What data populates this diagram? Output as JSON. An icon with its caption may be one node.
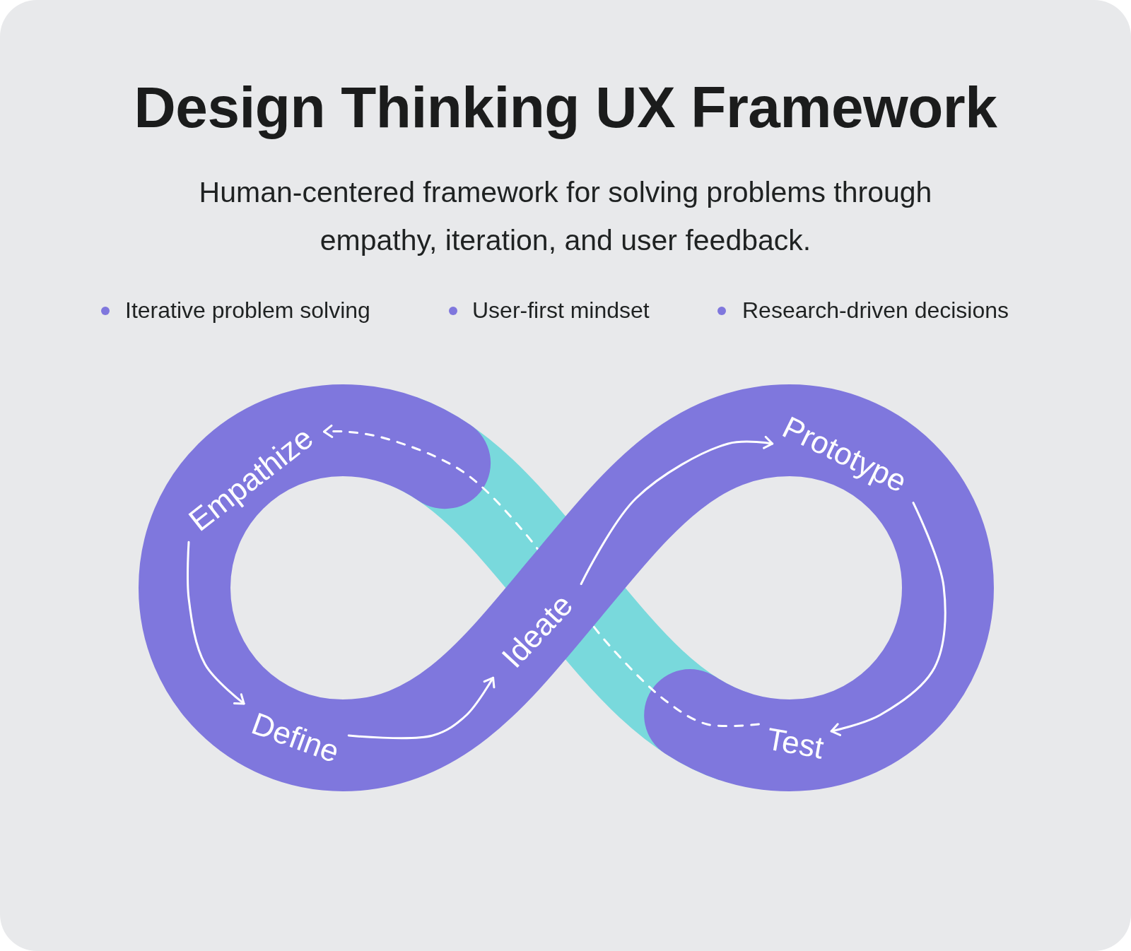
{
  "diagram": {
    "title": "Design Thinking UX Framework",
    "nodes": [
      {
        "text": [
          "Empathize"
        ]
      },
      {
        "text": [
          "Define"
        ]
      },
      {
        "text": [
          "Ideate"
        ]
      },
      {
        "text": [
          "Prototype"
        ]
      },
      {
        "text": [
          "Test"
        ]
      }
    ],
    "edges": [
      {
        "from": 0,
        "to": 1,
        "arrow": "to"
      },
      {
        "from": 1,
        "to": 2,
        "arrow": "to"
      },
      {
        "from": 2,
        "to": 3,
        "arrow": "to"
      },
      {
        "from": 3,
        "to": 4,
        "arrow": "to"
      },
      {
        "from": 4,
        "to": 0,
        "arrow": "to",
        "style": "dashed"
      }
    ],
    "labels": [
      "Human-centered framework for solving problems through empathy, iteration, and user feedback.",
      "Iterative problem solving",
      "User-first mindset",
      "Research-driven decisions"
    ]
  }
}
